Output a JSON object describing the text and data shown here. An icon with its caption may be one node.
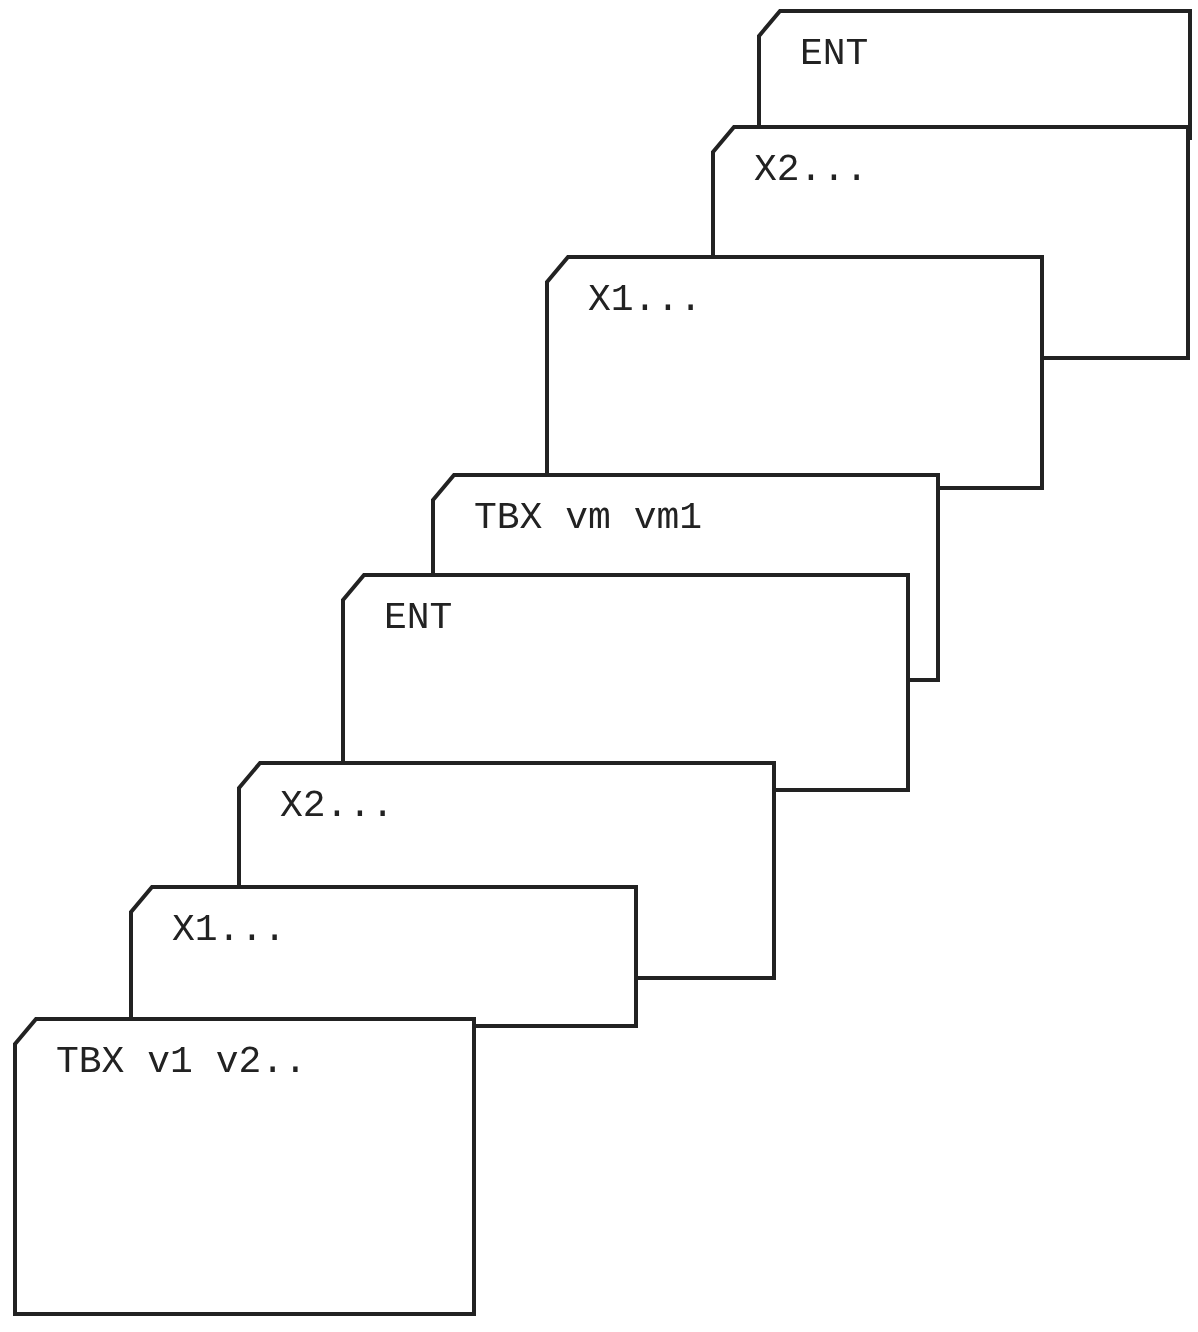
{
  "diagram": {
    "nodes": [
      {
        "text": [
          "ENT"
        ]
      },
      {
        "text": [
          "X2..."
        ]
      },
      {
        "text": [
          "X1..."
        ]
      },
      {
        "text": [
          "TBX vm vm1"
        ]
      },
      {
        "text": [
          "ENT"
        ]
      },
      {
        "text": [
          "X2..."
        ]
      },
      {
        "text": [
          "X1..."
        ]
      },
      {
        "text": [
          "TBX v1 v2.."
        ]
      }
    ]
  }
}
